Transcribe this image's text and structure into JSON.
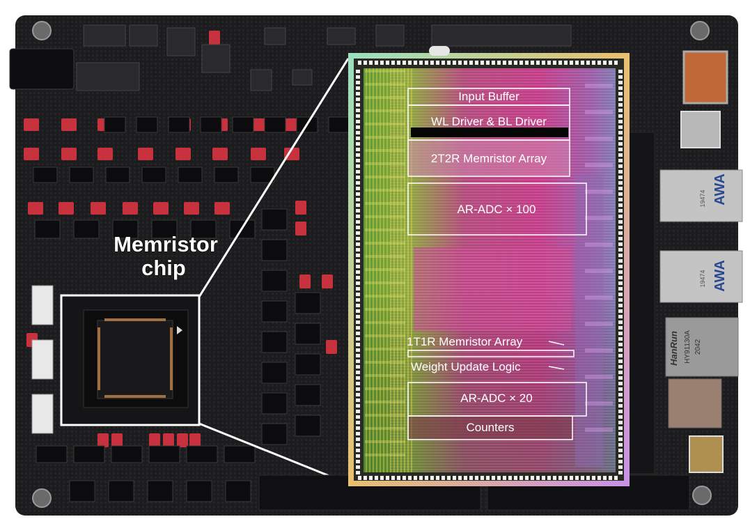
{
  "figure": {
    "board_label_line1": "Memristor",
    "board_label_line2": "chip",
    "blocks": {
      "input_buffer": "Input Buffer",
      "drivers": "WL Driver & BL Driver",
      "array_2t2r": "2T2R Memristor Array",
      "adc_100": "AR-ADC × 100",
      "array_1t1r": "1T1R Memristor Array",
      "weight_update": "Weight Update Logic",
      "adc_20": "AR-ADC × 20",
      "counters": "Counters"
    },
    "connectors": {
      "top_usb_label": "AWA",
      "top_usb_code": "19474",
      "lower_usb_label": "AWA",
      "lower_usb_code": "19474",
      "ethernet_brand": "HanRun",
      "ethernet_model": "HY91130A",
      "ethernet_code": "2042"
    }
  },
  "colors": {
    "pcb": "#1c1c1e",
    "pcb_dark": "#121214",
    "jumper": "#c8323e",
    "die_pink": "#c0407a",
    "die_green": "#6fae3a",
    "outline": "#ffffff"
  }
}
